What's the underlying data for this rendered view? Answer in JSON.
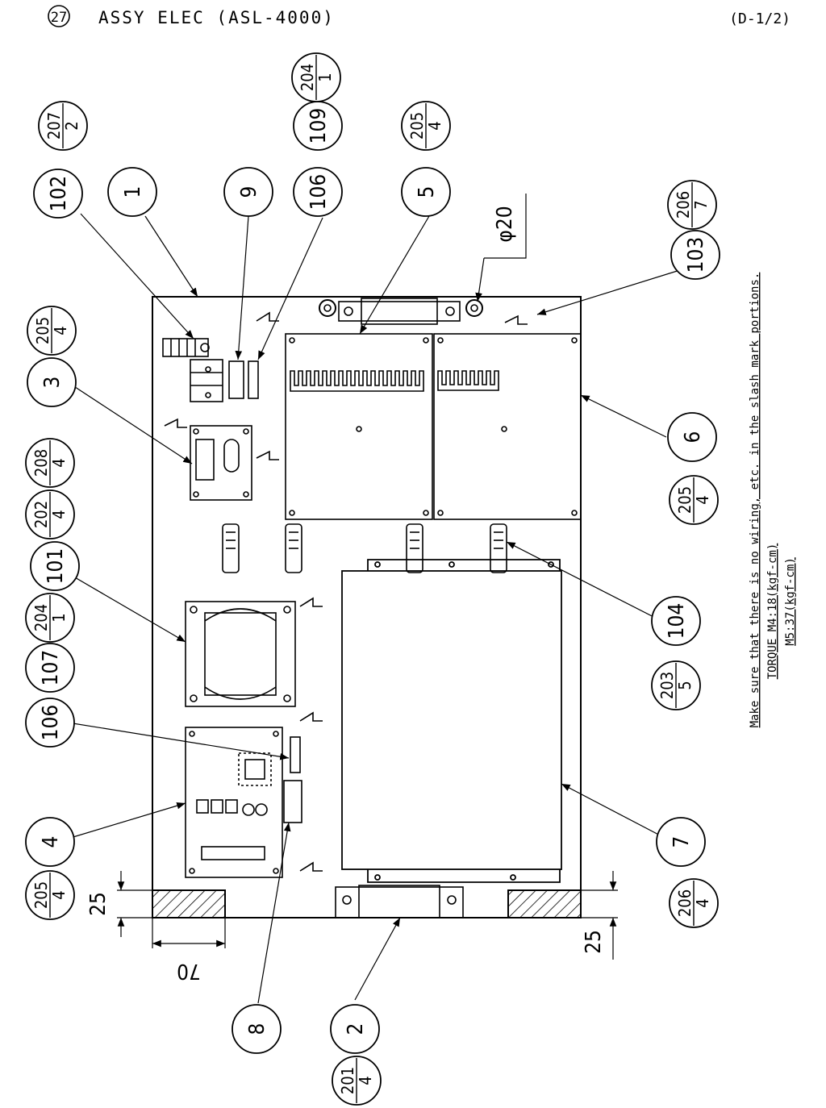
{
  "header": {
    "number": "27",
    "title": "ASSY ELEC (ASL-4000)",
    "sheet": "(D-1/2)"
  },
  "notes": {
    "line1": "Make sure that there is no wiring, etc. in the slash mark portions.",
    "line2": "TORQUE M4:18(kgf-cm)",
    "line3": "M5:37(kgf-cm)"
  },
  "dimensions": {
    "d1": "25",
    "d2": "25",
    "d3": "70",
    "d4": "φ20"
  },
  "balloons": [
    {
      "num": "102"
    },
    {
      "num": "1"
    },
    {
      "num": "9"
    },
    {
      "num": "106"
    },
    {
      "num": "5"
    },
    {
      "num": "103"
    },
    {
      "num": "3"
    },
    {
      "num": "6"
    },
    {
      "num": "101"
    },
    {
      "num": "107"
    },
    {
      "num": "106"
    },
    {
      "num": "104"
    },
    {
      "num": "4"
    },
    {
      "num": "7"
    },
    {
      "num": "8"
    },
    {
      "num": "2"
    }
  ],
  "fraction_balloons": [
    {
      "top": "207",
      "bottom": "2"
    },
    {
      "top": "109",
      "bottom": ""
    },
    {
      "top": "204",
      "bottom": "1"
    },
    {
      "top": "205",
      "bottom": "4"
    },
    {
      "top": "206",
      "bottom": "7"
    },
    {
      "top": "205",
      "bottom": "4"
    },
    {
      "top": "208",
      "bottom": "4"
    },
    {
      "top": "202",
      "bottom": "4"
    },
    {
      "top": "205",
      "bottom": "4"
    },
    {
      "top": "204",
      "bottom": "1"
    },
    {
      "top": "203",
      "bottom": "5"
    },
    {
      "top": "205",
      "bottom": "4"
    },
    {
      "top": "206",
      "bottom": "4"
    },
    {
      "top": "201",
      "bottom": "4"
    }
  ]
}
